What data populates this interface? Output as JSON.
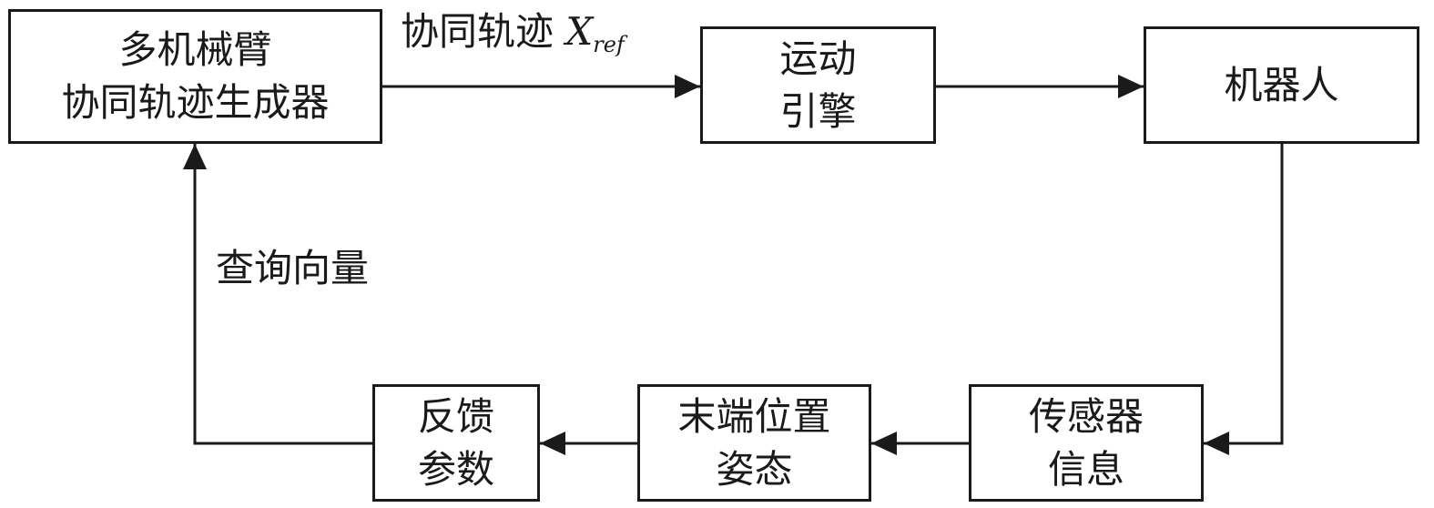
{
  "nodes": {
    "generator": {
      "line1": "多机械臂",
      "line2": "协同轨迹生成器"
    },
    "engine": {
      "line1": "运动",
      "line2": "引擎"
    },
    "robot": {
      "line1": "机器人"
    },
    "sensor": {
      "line1": "传感器",
      "line2": "信息"
    },
    "pose": {
      "line1": "末端位置",
      "line2": "姿态"
    },
    "feedback": {
      "line1": "反馈",
      "line2": "参数"
    }
  },
  "edges": {
    "trajectory": {
      "text": "协同轨迹",
      "var": "X",
      "sub": "ref"
    },
    "query": {
      "text": "查询向量"
    }
  }
}
